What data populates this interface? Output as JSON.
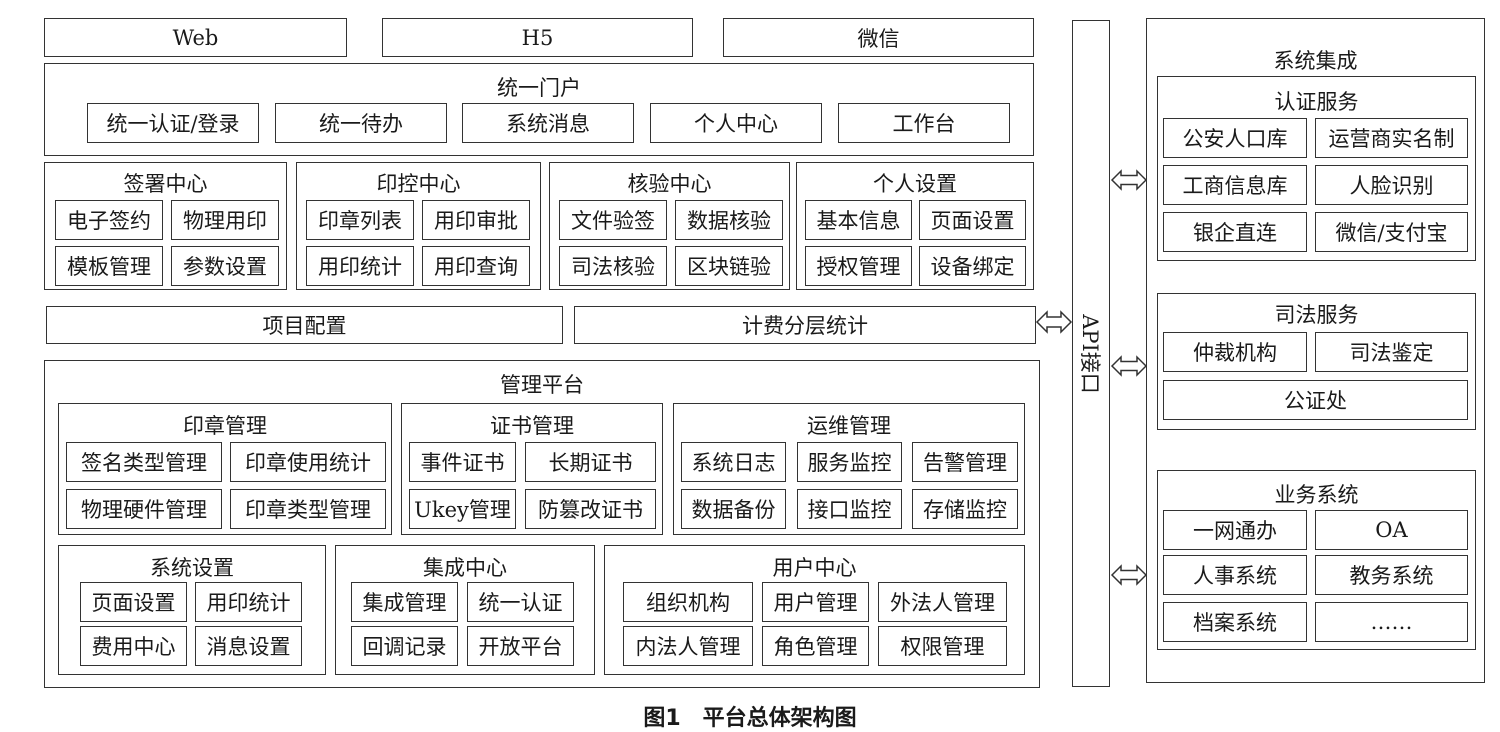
{
  "clients": [
    "Web",
    "H5",
    "微信"
  ],
  "portal": {
    "title": "统一门户",
    "items": [
      "统一认证/登录",
      "统一待办",
      "系统消息",
      "个人中心",
      "工作台"
    ]
  },
  "signing": {
    "title": "签署中心",
    "items": [
      "电子签约",
      "物理用印",
      "模板管理",
      "参数设置"
    ]
  },
  "seal_control": {
    "title": "印控中心",
    "items": [
      "印章列表",
      "用印审批",
      "用印统计",
      "用印查询"
    ]
  },
  "verification": {
    "title": "核验中心",
    "items": [
      "文件验签",
      "数据核验",
      "司法核验",
      "区块链验"
    ]
  },
  "personal": {
    "title": "个人设置",
    "items": [
      "基本信息",
      "页面设置",
      "授权管理",
      "设备绑定"
    ]
  },
  "project_config": "项目配置",
  "billing": "计费分层统计",
  "management": {
    "title": "管理平台",
    "seal_mgmt": {
      "title": "印章管理",
      "items": [
        "签名类型管理",
        "印章使用统计",
        "物理硬件管理",
        "印章类型管理"
      ]
    },
    "cert_mgmt": {
      "title": "证书管理",
      "items": [
        "事件证书",
        "长期证书",
        "Ukey管理",
        "防篡改证书"
      ]
    },
    "ops_mgmt": {
      "title": "运维管理",
      "items": [
        "系统日志",
        "服务监控",
        "告警管理",
        "数据备份",
        "接口监控",
        "存储监控"
      ]
    },
    "sys_settings": {
      "title": "系统设置",
      "items": [
        "页面设置",
        "用印统计",
        "费用中心",
        "消息设置"
      ]
    },
    "integration": {
      "title": "集成中心",
      "items": [
        "集成管理",
        "统一认证",
        "回调记录",
        "开放平台"
      ]
    },
    "user_center": {
      "title": "用户中心",
      "items": [
        "组织机构",
        "用户管理",
        "外法人管理",
        "内法人管理",
        "角色管理",
        "权限管理"
      ]
    }
  },
  "api": "API接口",
  "system_integration": {
    "title": "系统集成",
    "auth": {
      "title": "认证服务",
      "items": [
        "公安人口库",
        "运营商实名制",
        "工商信息库",
        "人脸识别",
        "银企直连",
        "微信/支付宝"
      ]
    },
    "judicial": {
      "title": "司法服务",
      "items": [
        "仲裁机构",
        "司法鉴定",
        "公证处"
      ]
    },
    "business": {
      "title": "业务系统",
      "items": [
        "一网通办",
        "OA",
        "人事系统",
        "教务系统",
        "档案系统",
        "……"
      ]
    }
  },
  "caption": "图1　平台总体架构图"
}
